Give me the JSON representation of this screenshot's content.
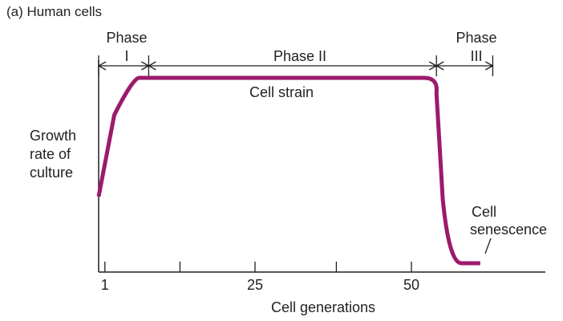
{
  "title": "(a) Human cells",
  "chart_data": {
    "type": "line",
    "title": "(a) Human cells",
    "xlabel": "Cell generations",
    "ylabel_lines": [
      "Growth",
      "rate of",
      "culture"
    ],
    "x_ticks": [
      {
        "value": 1,
        "label": "1"
      },
      {
        "value": 13,
        "label": ""
      },
      {
        "value": 25,
        "label": "25"
      },
      {
        "value": 38,
        "label": ""
      },
      {
        "value": 50,
        "label": "50"
      }
    ],
    "xlim": [
      0,
      70
    ],
    "ylim": [
      0,
      1
    ],
    "series": [
      {
        "color": "#9c1a6c",
        "points": [
          {
            "x": 0,
            "y": 0.36
          },
          {
            "x": 2.5,
            "y": 0.8
          },
          {
            "x": 5.5,
            "y": 0.98
          },
          {
            "x": 6.5,
            "y": 1.0
          },
          {
            "x": 52,
            "y": 1.0
          },
          {
            "x": 54,
            "y": 0.92
          },
          {
            "x": 55,
            "y": 0.35
          },
          {
            "x": 56,
            "y": 0.1
          },
          {
            "x": 58,
            "y": 0.01
          },
          {
            "x": 61,
            "y": 0.0
          }
        ]
      }
    ],
    "phases": [
      {
        "label_lines": [
          "Phase",
          "I"
        ],
        "start": 0,
        "end": 8
      },
      {
        "label_lines": [
          "Phase II"
        ],
        "start": 8,
        "end": 54
      },
      {
        "label_lines": [
          "Phase",
          "III"
        ],
        "start": 54,
        "end": 63
      }
    ],
    "annotations": [
      {
        "text": "Cell strain"
      },
      {
        "text_lines": [
          "Cell",
          "senescence"
        ]
      }
    ],
    "line_color": "#9c1a6c"
  }
}
